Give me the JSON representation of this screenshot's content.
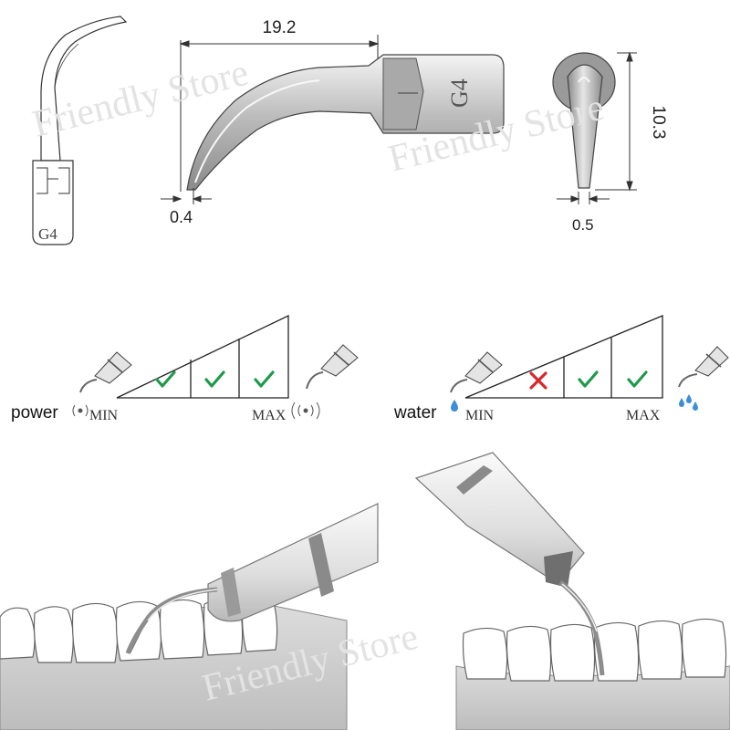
{
  "tip": {
    "model_label": "G4",
    "dimensions": {
      "length": "19.2",
      "tip_width": "0.4",
      "height": "10.3",
      "end_width": "0.5"
    }
  },
  "power_scale": {
    "label": "power",
    "min_label": "MIN",
    "max_label": "MAX",
    "marks": [
      "check",
      "check",
      "check"
    ]
  },
  "water_scale": {
    "label": "water",
    "min_label": "MIN",
    "max_label": "MAX",
    "marks": [
      "cross",
      "check",
      "check"
    ]
  },
  "watermark": {
    "text": "Friendly Store"
  },
  "colors": {
    "check": "#1e9a4a",
    "cross": "#d9262b",
    "water_drop": "#3b8fd8",
    "line": "#333333",
    "metal": "#c8c8c8"
  },
  "icons": {
    "check": "check-icon",
    "cross": "cross-icon",
    "handpiece": "handpiece-icon",
    "vibration": "vibration-icon",
    "water_drop": "water-drop-icon"
  }
}
